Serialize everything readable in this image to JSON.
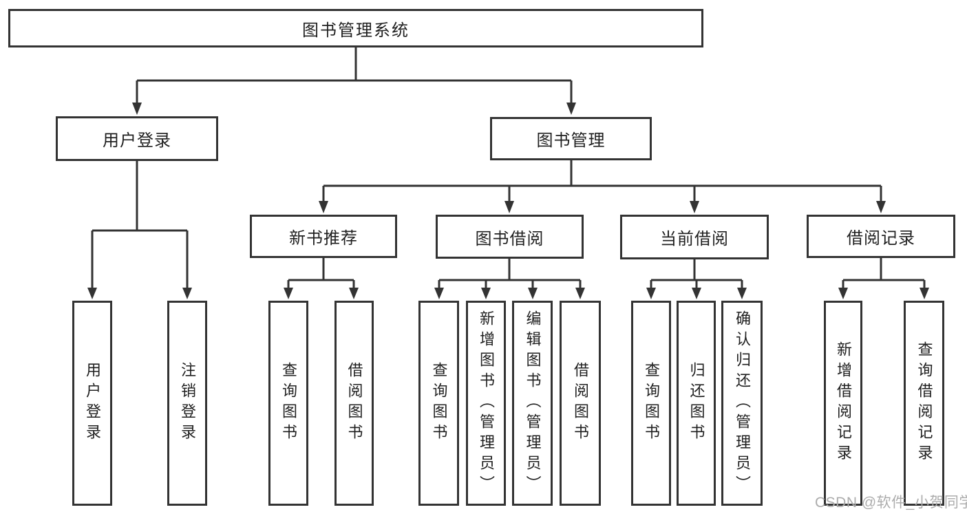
{
  "diagram": {
    "root": {
      "label": "图书管理系统"
    },
    "level2": [
      {
        "label": "用户登录"
      },
      {
        "label": "图书管理"
      }
    ],
    "level3": [
      {
        "label": "新书推荐"
      },
      {
        "label": "图书借阅"
      },
      {
        "label": "当前借阅"
      },
      {
        "label": "借阅记录"
      }
    ],
    "leaves": [
      {
        "label": "用户登录"
      },
      {
        "label": "注销登录"
      },
      {
        "label": "查询图书"
      },
      {
        "label": "借阅图书"
      },
      {
        "label": "查询图书"
      },
      {
        "label": "新增图书（管理员）"
      },
      {
        "label": "编辑图书（管理员）"
      },
      {
        "label": "借阅图书"
      },
      {
        "label": "查询图书"
      },
      {
        "label": "归还图书"
      },
      {
        "label": "确认归还（管理员）"
      },
      {
        "label": "新增借阅记录"
      },
      {
        "label": "查询借阅记录"
      }
    ]
  },
  "watermark": {
    "text": "CSDN @软件_小贺同学"
  },
  "colors": {
    "line": "#333333",
    "text": "#1f1f1f",
    "background": "#ffffff",
    "watermark": "#acacac"
  }
}
